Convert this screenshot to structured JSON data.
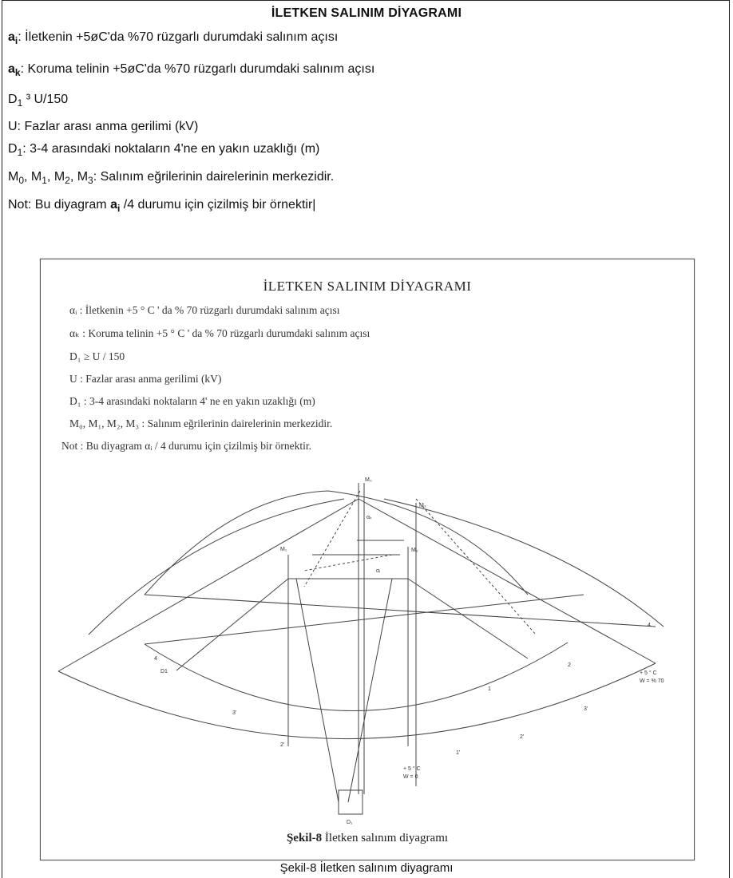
{
  "title": "İLETKEN SALINIM DİYAGRAMI",
  "defs": {
    "ai": {
      "sym": "a",
      "sub": "i",
      "text": ": İletkenin +5øC'da %70 rüzgarlı durumdaki salınım açısı"
    },
    "ak": {
      "sym": "a",
      "sub": "k",
      "text": ": Koruma telinin +5øC'da %70 rüzgarlı durumdaki salınım açısı"
    },
    "d1": {
      "sym": "D",
      "sub": "1",
      "text": " ³ U/150"
    },
    "u": {
      "text": "U: Fazlar arası anma gerilimi (kV)"
    },
    "d1def": {
      "sym": "D",
      "sub": "1",
      "text": ": 3-4 arasındaki noktaların 4'ne en yakın uzaklığı (m)"
    },
    "m": {
      "m0": "M",
      "s0": "0",
      "m1": ", M",
      "s1": "1",
      "m2": ", M",
      "s2": "2",
      "m3": ", M",
      "s3": "3",
      "text": ": Salınım eğrilerinin dairelerinin merkezidir."
    },
    "note": {
      "pre": "Not: Bu diyagram ",
      "sym": "a",
      "sub": "i",
      "post": " /4 durumu için çizilmiş bir örnektir|"
    }
  },
  "figure": {
    "title": "İLETKEN SALINIM DİYAGRAMI",
    "lines": [
      "αᵢ : İletkenin  +5 ° C ' da  % 70 rüzgarlı durumdaki salınım  açısı",
      "αₖ : Koruma telinin  +5 ° C ' da  % 70 rüzgarlı durumdaki salınım  açısı",
      "D₁ ≥ U / 150",
      "U : Fazlar arası anma gerilimi (kV)",
      "D₁ : 3-4 arasındaki noktaların 4' ne en yakın uzaklığı (m)",
      "M₀, M₁, M₂, M₃ : Salınım eğrilerinin dairelerinin merkezidir.",
      "Not :  Bu diyagram αᵢ / 4  durumu için çizilmiş bir örnektir."
    ],
    "labels": {
      "m0": "M₀",
      "m1": "M₁",
      "m2": "M₂",
      "m3": "M₃",
      "d1": "D₁",
      "d1b": "D1",
      "temp1": "+ 5 ° C",
      "wind1": "W = % 70",
      "temp2": "+ 5 ° C",
      "wind2": "W = 0",
      "ak": "αₖ",
      "ai": "αᵢ",
      "p1": "1",
      "p1p": "1'",
      "p2": "2",
      "p2p": "2'",
      "p3p": "3'",
      "p4": "4"
    },
    "caption_bold": "Şekil-8",
    "caption_rest": "  İletken salınım diyagramı"
  },
  "caption": "Şekil-8 İletken salınım diyagramı",
  "colors": {
    "text": "#111111",
    "scan": "#333333"
  }
}
